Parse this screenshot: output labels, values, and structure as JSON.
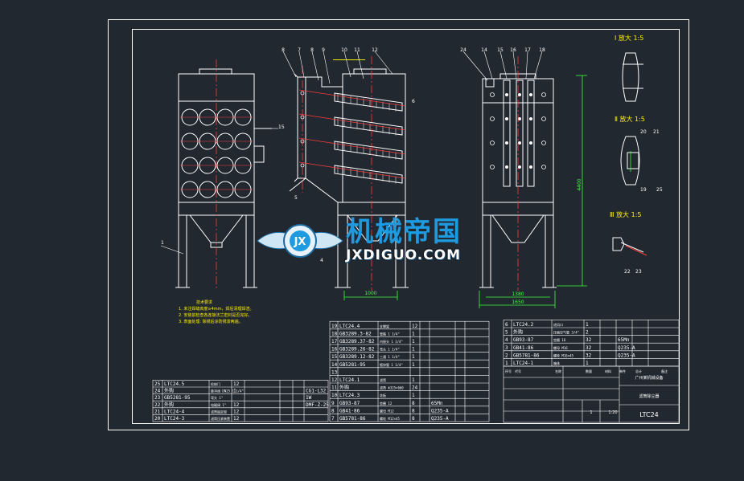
{
  "colors": {
    "background": "#212830",
    "frame": "#ffffff",
    "line": "#ffffff",
    "centerline": "#ff3b3b",
    "green": "#3cff3c",
    "yellow": "#ffee00",
    "cyan": "#22d0ff",
    "watermark": "#1e9be0"
  },
  "watermark": {
    "title": "机械帝国",
    "subtitle": "JXDIGUO.COM"
  },
  "details": [
    {
      "label": "Ⅰ 放大 1:5"
    },
    {
      "label": "Ⅱ 放大 1:5"
    },
    {
      "label": "Ⅲ 放大 1:5"
    }
  ],
  "balloons_front": [
    "8",
    "7",
    "8",
    "9",
    "10",
    "11",
    "12"
  ],
  "balloons_side": [
    "24",
    "14",
    "15",
    "16",
    "17",
    "18"
  ],
  "balloons_misc": {
    "b15": "15",
    "b1": "1",
    "b4": "4",
    "b5": "5",
    "b6": "6",
    "b20": "20",
    "b21": "21",
    "b19": "19",
    "b25": "25",
    "b22": "22",
    "b23": "23"
  },
  "dimensions": {
    "d1": "1000",
    "d2": "1380",
    "d3": "1650",
    "d4": "4400"
  },
  "notes": [
    "技术要求",
    "1. 未注焊缝高度≥4mm，焊后清理焊渣。",
    "2. 安装前检查各连接法兰密封是否完好。",
    "3. 表面处理: 除锈后涂防锈漆两遍。"
  ],
  "bom_left": [
    {
      "no": "25",
      "code": "LTC24.5",
      "name": "检修门",
      "qty": "12"
    },
    {
      "no": "24",
      "code": "外购",
      "name": "脉冲阀 DN25 1 1/4\"",
      "qty": "1",
      "note": "CG1-L32"
    },
    {
      "no": "23",
      "code": "GB5281-95",
      "name": "弯头 1\"",
      "qty": "",
      "note": "1W"
    },
    {
      "no": "22",
      "code": "外购",
      "name": "电磁阀 1\"",
      "qty": "12",
      "note": "DMF-Z-25"
    },
    {
      "no": "21",
      "code": "LTC24-4",
      "name": "滤筒固定架",
      "qty": "12"
    },
    {
      "no": "20",
      "code": "LTC24-3",
      "name": "滤筒压紧装置",
      "qty": "12"
    }
  ],
  "bom_mid": [
    {
      "no": "19",
      "code": "LTC24.4",
      "name": "支撑架",
      "qty": "12"
    },
    {
      "no": "18",
      "code": "GB3289.3-82",
      "name": "管箍 1 1/4\"",
      "qty": "1"
    },
    {
      "no": "17",
      "code": "GB3289.37-82",
      "name": "内接头 1 1/4\"",
      "qty": "1"
    },
    {
      "no": "16",
      "code": "GB3289.26-82",
      "name": "弯头 1 1/4\"",
      "qty": "1"
    },
    {
      "no": "15",
      "code": "GB3289.12-82",
      "name": "三通 1 1/4\"",
      "qty": "1"
    },
    {
      "no": "14",
      "code": "GB5281-95",
      "name": "镀锌管 1 1/4\"",
      "qty": "1"
    },
    {
      "no": "13",
      "code": "",
      "name": "",
      "qty": ""
    },
    {
      "no": "12",
      "code": "LTC24.1",
      "name": "滤筒",
      "qty": "1"
    },
    {
      "no": "11",
      "code": "外购",
      "name": "滤筒 Φ325×660",
      "qty": "24"
    },
    {
      "no": "10",
      "code": "LTC24.3",
      "name": "花板",
      "qty": "1"
    },
    {
      "no": "9",
      "code": "GB93-87",
      "name": "垫圈 12",
      "qty": "8",
      "mat": "65Mn"
    },
    {
      "no": "8",
      "code": "GB41-86",
      "name": "螺母 M12",
      "qty": "8",
      "mat": "Q235-A"
    },
    {
      "no": "7",
      "code": "GB5781-86",
      "name": "螺栓 M12×45",
      "qty": "8",
      "mat": "Q235-A"
    }
  ],
  "bom_right": [
    {
      "no": "6",
      "code": "LTC24.2",
      "name": "进风口",
      "qty": "1"
    },
    {
      "no": "5",
      "code": "外购",
      "name": "压缩空气管 3/4\"",
      "qty": "2"
    },
    {
      "no": "4",
      "code": "GB93-87",
      "name": "垫圈 16",
      "qty": "32",
      "mat": "65Mn"
    },
    {
      "no": "3",
      "code": "GB41-86",
      "name": "螺母 M16",
      "qty": "32",
      "mat": "Q235-A"
    },
    {
      "no": "2",
      "code": "GB5781-86",
      "name": "螺栓 M16×45",
      "qty": "32",
      "mat": "Q235-A"
    },
    {
      "no": "1",
      "code": "LTC24-1",
      "name": "箱体",
      "qty": "1"
    }
  ],
  "bom_headers": [
    "序号",
    "代号",
    "名称",
    "数量",
    "材料",
    "单件",
    "总计",
    "备注"
  ],
  "titleblock": {
    "company": "广州某机械设备",
    "drawing_name": "滤筒除尘器",
    "scale": "1:20",
    "sheet": "1",
    "code": "LTC24"
  }
}
